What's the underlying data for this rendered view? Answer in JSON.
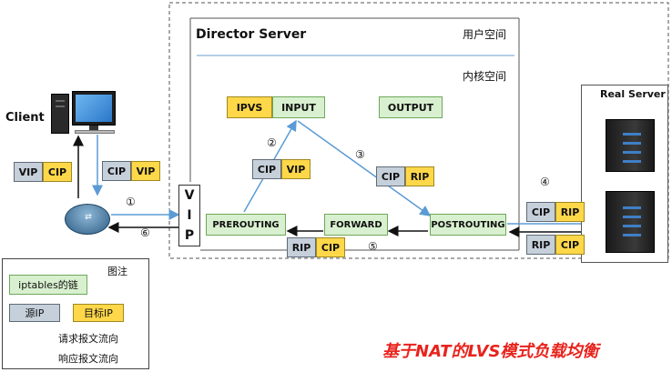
{
  "client": {
    "label": "Client"
  },
  "director": {
    "title": "Director Server",
    "user_space": "用户空间",
    "kernel_space": "内核空间"
  },
  "real_server": {
    "label": "Real Server"
  },
  "chains": {
    "ipvs": "IPVS",
    "input": "INPUT",
    "output": "OUTPUT",
    "prerouting": "PREROUTING",
    "forward": "FORWARD",
    "postrouting": "POSTROUTING"
  },
  "vip_letters": [
    "V",
    "I",
    "P"
  ],
  "packets": {
    "client_req": [
      "VIP",
      "CIP"
    ],
    "client_resp": [
      "CIP",
      "VIP"
    ],
    "step2": [
      "CIP",
      "VIP"
    ],
    "step3": [
      "CIP",
      "RIP"
    ],
    "step5": [
      "RIP",
      "CIP"
    ],
    "rs_req": [
      "CIP",
      "RIP"
    ],
    "rs_resp": [
      "RIP",
      "CIP"
    ]
  },
  "steps": {
    "s1": "①",
    "s2": "②",
    "s3": "③",
    "s4": "④",
    "s5": "⑤",
    "s6": "⑥"
  },
  "legend": {
    "title": "图注",
    "chain": "iptables的链",
    "src": "源IP",
    "dst": "目标IP",
    "req_flow": "请求报文流向",
    "resp_flow": "响应报文流向"
  },
  "caption": "基于NAT的LVS模式负载均衡",
  "colors": {
    "request_arrow": "#5b9bd5",
    "response_arrow": "#111111",
    "caption": "#e8231c"
  }
}
